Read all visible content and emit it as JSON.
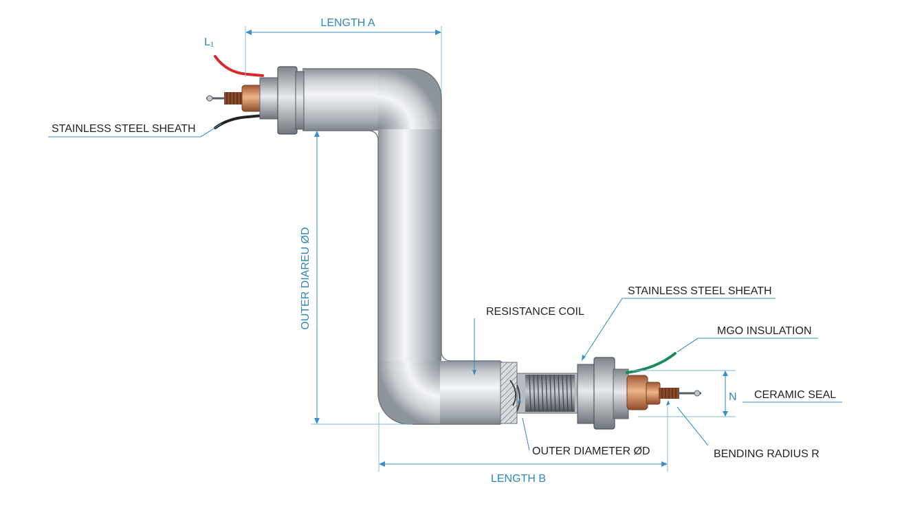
{
  "labels": {
    "l1": "L₁",
    "length_a": "LENGTH A",
    "length_b": "LENGTH B",
    "sheath_left": "STAINLESS STEEL SHEATH",
    "sheath_right": "STAINLESS STEEL SHEATH",
    "outer_diameter_vertical": "OUTER DIAREU ØD",
    "resistance_coil": "RESISTANCE COIL",
    "mgo_insulation": "MGO INSULATION",
    "n": "N",
    "ceramic_seal": "CERAMIC SEAL",
    "outer_diameter": "OUTER DIAMETER ØD",
    "bending_radius": "BENDING RADIUS R"
  },
  "colors": {
    "dimension_line": "#3a8fc4",
    "dimension_text": "#2f86b8",
    "label_text": "#1e2228",
    "lead_red": "#d42a2a",
    "lead_black": "#222222",
    "lead_green": "#1a8a5a",
    "copper": "#c9784a",
    "steel": "#b9bec4"
  }
}
